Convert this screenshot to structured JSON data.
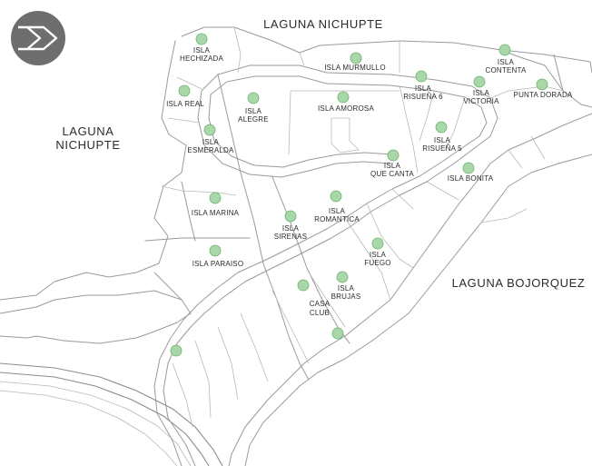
{
  "water_labels": {
    "north": "LAGUNA NICHUPTE",
    "west_line1": "LAGUNA",
    "west_line2": "NICHUPTE",
    "east": "LAGUNA BOJORQUEZ"
  },
  "logo": {
    "icon": "arrow-right-circle-icon",
    "color": "#6e6e6e"
  },
  "marker_color": "#a8d8a8",
  "islands": [
    {
      "id": "hechizada",
      "lines": [
        "ISLA",
        "HECHIZADA"
      ]
    },
    {
      "id": "murmullo",
      "lines": [
        "ISLA MURMULLO"
      ]
    },
    {
      "id": "contenta",
      "lines": [
        "ISLA",
        "CONTENTA"
      ]
    },
    {
      "id": "punta-dorada",
      "lines": [
        "PUNTA DORADA"
      ]
    },
    {
      "id": "real",
      "lines": [
        "ISLA REAL"
      ]
    },
    {
      "id": "alegre",
      "lines": [
        "ISLA",
        "ALEGRE"
      ]
    },
    {
      "id": "amorosa",
      "lines": [
        "ISLA AMOROSA"
      ]
    },
    {
      "id": "risuena6",
      "lines": [
        "ISLA",
        "RISUEÑA 6"
      ]
    },
    {
      "id": "victoria",
      "lines": [
        "ISLA",
        "VICTORIA"
      ]
    },
    {
      "id": "esmeralda",
      "lines": [
        "ISLA",
        "ESMERALDA"
      ]
    },
    {
      "id": "risuena5",
      "lines": [
        "ISLA",
        "RISUEÑA 5"
      ]
    },
    {
      "id": "que-canta",
      "lines": [
        "ISLA",
        "QUE CANTA"
      ]
    },
    {
      "id": "bonita",
      "lines": [
        "ISLA BONITA"
      ]
    },
    {
      "id": "marina",
      "lines": [
        "ISLA MARINA"
      ]
    },
    {
      "id": "romantica",
      "lines": [
        "ISLA",
        "ROMANTICA"
      ]
    },
    {
      "id": "sirenas",
      "lines": [
        "ISLA",
        "SIRENAS"
      ]
    },
    {
      "id": "paraiso",
      "lines": [
        "ISLA PARAISO"
      ]
    },
    {
      "id": "fuego",
      "lines": [
        "ISLA",
        "FUEGO"
      ]
    },
    {
      "id": "casa-club",
      "lines": [
        "CASA",
        "CLUB"
      ]
    },
    {
      "id": "brujas",
      "lines": [
        "ISLA",
        "BRUJAS"
      ]
    },
    {
      "id": "unnamed-1",
      "lines": []
    },
    {
      "id": "unnamed-2",
      "lines": []
    }
  ]
}
